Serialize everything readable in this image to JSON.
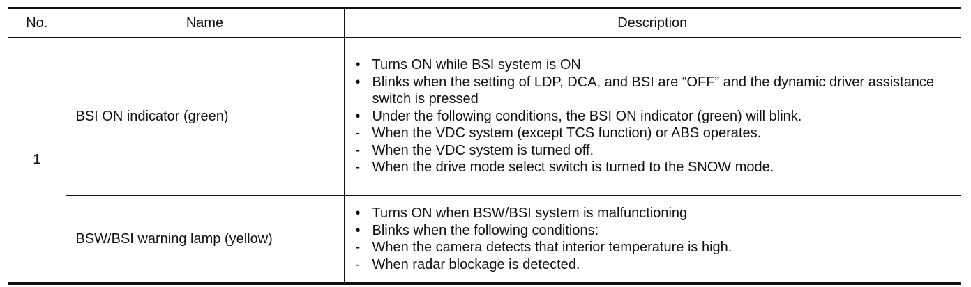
{
  "table": {
    "headers": {
      "no": "No.",
      "name": "Name",
      "description": "Description"
    },
    "rows": [
      {
        "no": "1",
        "items": [
          {
            "name": "BSI ON indicator (green)",
            "description": [
              {
                "marker": "•",
                "text": "Turns ON while BSI system is ON"
              },
              {
                "marker": "•",
                "text": "Blinks when the setting of LDP, DCA, and BSI are “OFF” and the dynamic driver assistance switch is pressed"
              },
              {
                "marker": "•",
                "text": "Under the following conditions, the BSI ON indicator (green) will blink."
              },
              {
                "marker": "-",
                "text": "When the VDC system (except TCS function) or ABS operates."
              },
              {
                "marker": "-",
                "text": "When the VDC system is turned off."
              },
              {
                "marker": "-",
                "text": "When the drive mode select switch is turned to the SNOW mode."
              }
            ]
          },
          {
            "name": "BSW/BSI warning lamp (yellow)",
            "description": [
              {
                "marker": "•",
                "text": "Turns ON when BSW/BSI system is malfunctioning"
              },
              {
                "marker": "•",
                "text": "Blinks when the following conditions:"
              },
              {
                "marker": "-",
                "text": "When the camera detects that interior temperature is high."
              },
              {
                "marker": "-",
                "text": "When radar blockage is detected."
              }
            ]
          }
        ]
      }
    ]
  }
}
